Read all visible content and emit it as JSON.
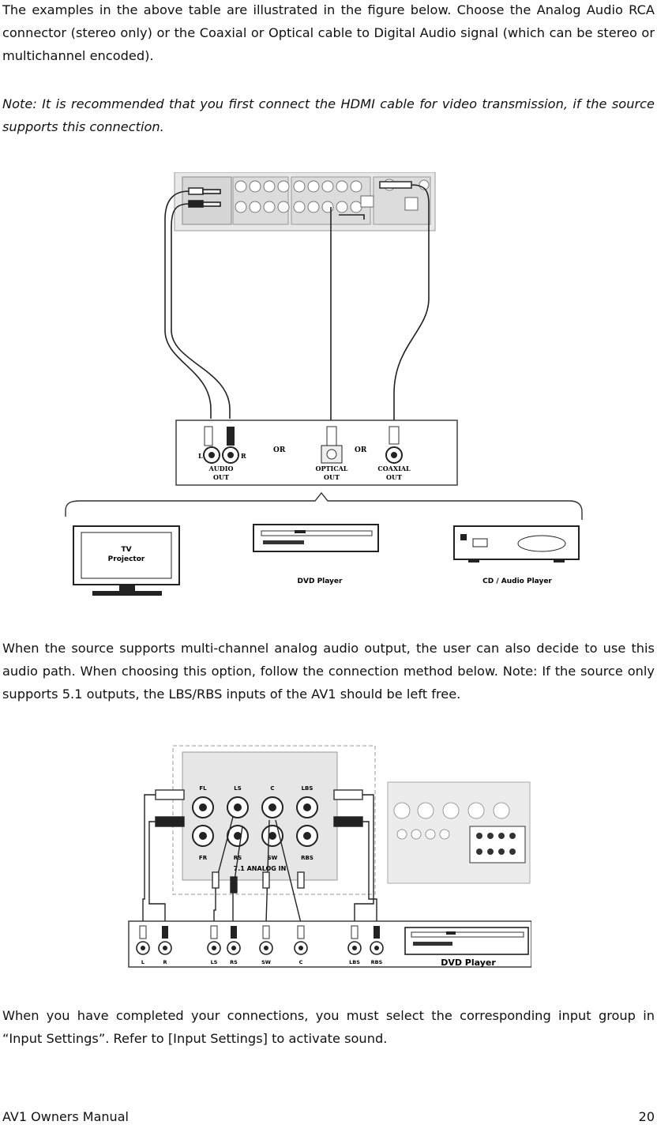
{
  "paragraphs": {
    "p1": "The examples in the above table are illustrated in the figure below. Choose the Analog Audio RCA connector (stereo only) or the Coaxial or Optical cable to Digital Audio signal (which can be stereo or multichannel encoded).",
    "note": "Note: It is recommended that you first connect the HDMI cable for video transmission, if the source supports this connection.",
    "p2": "When the source supports multi-channel analog audio output, the user can also decide to use this audio path. When choosing this option, follow the connection method below. Note: If the source only supports 5.1 outputs, the LBS/RBS inputs of the AV1 should be left free.",
    "p3": "When you have completed your connections, you must select the corresponding input group in “Input Settings”. Refer to [Input Settings] to activate sound."
  },
  "figure1": {
    "or_1": "OR",
    "or_2": "OR",
    "left": "L",
    "right": "R",
    "audio_out_1": "AUDIO",
    "audio_out_2": "OUT",
    "optical_out_1": "OPTICAL",
    "optical_out_2": "OUT",
    "coaxial_out_1": "COAXIAL",
    "coaxial_out_2": "OUT",
    "tv_1": "TV",
    "tv_2": "Projector",
    "dvd": "DVD Player",
    "cd": "CD / Audio Player"
  },
  "figure2": {
    "top_labels": [
      "FL",
      "LS",
      "C",
      "LBS"
    ],
    "bottom_labels": [
      "FR",
      "RS",
      "SW",
      "RBS"
    ],
    "panel_title": "7.1 ANALOG IN",
    "source_labels": [
      "L",
      "R",
      "LS",
      "RS",
      "SW",
      "C",
      "LBS",
      "RBS"
    ],
    "dvd": "DVD Player"
  },
  "footer": {
    "title": "AV1 Owners Manual",
    "page": "20"
  }
}
